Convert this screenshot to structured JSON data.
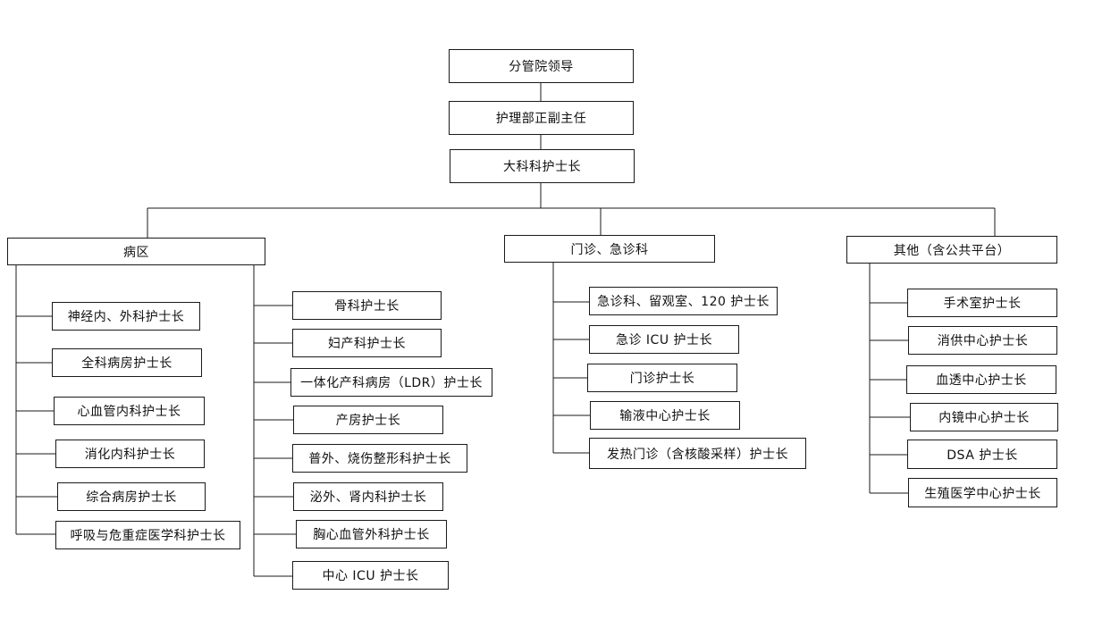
{
  "top": {
    "leader": "分管院领导",
    "nursing_director": "护理部正副主任",
    "chief_head_nurse": "大科科护士长"
  },
  "wards": {
    "title": "病区",
    "left": [
      "神经内、外科护士长",
      "全科病房护士长",
      "心血管内科护士长",
      "消化内科护士长",
      "综合病房护士长",
      "呼吸与危重症医学科护士长"
    ],
    "right": [
      "骨科护士长",
      "妇产科护士长",
      "一体化产科病房（LDR）护士长",
      "产房护士长",
      "普外、烧伤整形科护士长",
      "泌外、肾内科护士长",
      "胸心血管外科护士长",
      "中心 ICU 护士长"
    ]
  },
  "outpatient": {
    "title": "门诊、急诊科",
    "items": [
      "急诊科、留观室、120 护士长",
      "急诊 ICU 护士长",
      "门诊护士长",
      "输液中心护士长",
      "发热门诊（含核酸采样）护士长"
    ]
  },
  "other": {
    "title": "其他（含公共平台）",
    "items": [
      "手术室护士长",
      "消供中心护士长",
      "血透中心护士长",
      "内镜中心护士长",
      "DSA 护士长",
      "生殖医学中心护士长"
    ]
  }
}
